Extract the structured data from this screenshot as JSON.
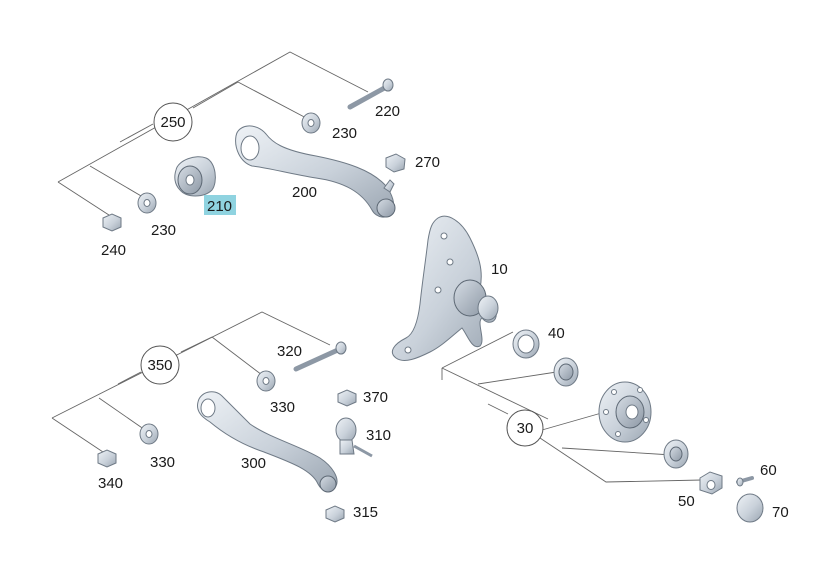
{
  "colors": {
    "highlight": "#8fd3e0",
    "leader": "#666666",
    "part_light": "#dfe5ec",
    "part_dark": "#9aa5b1"
  },
  "groups": {
    "g250": "250",
    "g350": "350",
    "g30": "30"
  },
  "labels": {
    "l220": "220",
    "l230a": "230",
    "l270": "270",
    "l200": "200",
    "l210": "210",
    "l230b": "230",
    "l240": "240",
    "l10": "10",
    "l40": "40",
    "l320": "320",
    "l330a": "330",
    "l370": "370",
    "l310": "310",
    "l330b": "330",
    "l300": "300",
    "l340": "340",
    "l315": "315",
    "l60": "60",
    "l50": "50",
    "l70": "70"
  },
  "highlighted_label": "210"
}
